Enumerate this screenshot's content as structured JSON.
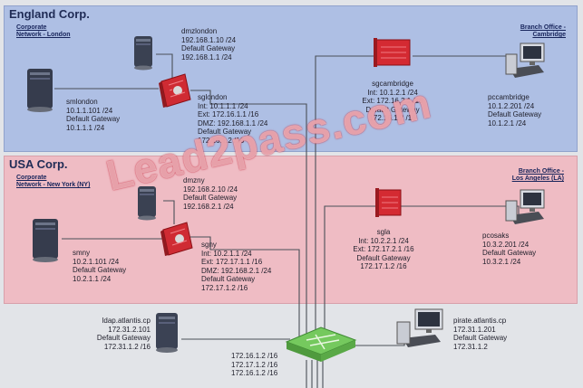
{
  "regions": {
    "england": {
      "title": "England Corp.",
      "network": "Corporate\nNetwork - London",
      "branch": "Branch Office -\nCambridge"
    },
    "usa": {
      "title": "USA Corp.",
      "network": "Corporate\nNetwork - New York (NY)",
      "branch": "Branch Office -\nLos Angeles (LA)"
    }
  },
  "hosts": {
    "dmzlondon": "dmzlondon\n192.168.1.10 /24\nDefault Gateway\n192.168.1.1 /24",
    "smlondon": "smlondon\n10.1.1.101 /24\nDefault Gateway\n10.1.1.1 /24",
    "sglondon": "sglondon\nInt: 10.1.1.1 /24\nExt: 172.16.1.1 /16\nDMZ: 192.168.1.1 /24\nDefault Gateway\n172.16.1.2 /16",
    "sgcambridge": "sgcambridge\nInt: 10.1.2.1 /24\nExt: 172.16.2.1 /16\nDefault Gateway\n172.16.1.2 /16",
    "pccambridge": "pccambridge\n10.1.2.201 /24\nDefault Gateway\n10.1.2.1 /24",
    "dmzny": "dmzny\n192.168.2.10 /24\nDefault Gateway\n192.168.2.1 /24",
    "smny": "smny\n10.2.1.101 /24\nDefault Gateway\n10.2.1.1 /24",
    "sgny": "sgny\nInt: 10.2.1.1 /24\nExt: 172.17.1.1 /16\nDMZ: 192.168.2.1 /24\nDefault Gateway\n172.17.1.2 /16",
    "sgla": "sgla\nInt: 10.2.2.1 /24\nExt: 172.17.2.1 /16\nDefault Gateway\n172.17.1.2 /16",
    "pcosaks": "pcosaks\n10.3.2.201 /24\nDefault Gateway\n10.3.2.1 /24",
    "ldap": "ldap.atlantis.cp\n172.31.2.101\nDefault Gateway\n172.31.1.2 /16",
    "pirate": "pirate.atlantis.cp\n172.31.1.201\nDefault Gateway\n172.31.1.2",
    "router": "172.16.1.2 /16\n172.17.1.2 /16\n172.16.1.2 /16"
  },
  "watermark": "Lead2pass.com",
  "colors": {
    "england_bg": "#aebfe4",
    "usa_bg": "#efbcc4",
    "firewall": "#d0262e",
    "router": "#6fc45a",
    "wire": "#4a4f58"
  }
}
